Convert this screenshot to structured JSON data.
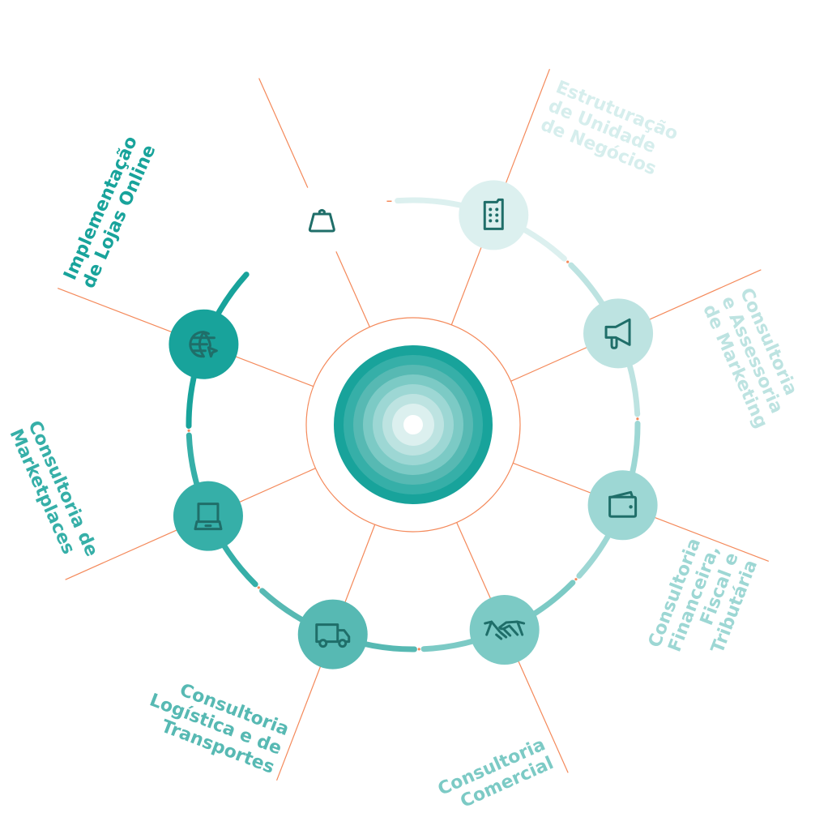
{
  "colors": {
    "spoke": "#f4895a",
    "icon": "#1f6e69",
    "center_dot": "#ffffff"
  },
  "center_rings": [
    "#18a39b",
    "#36afa8",
    "#57b9b3",
    "#7ccac5",
    "#9dd7d4",
    "#bde3e1",
    "#dcf0ef"
  ],
  "nodes": [
    {
      "id": "building",
      "icon": "building-icon",
      "color": "#dcf0ef",
      "text_color": "#d6eeed",
      "label": [
        "Estruturação",
        "de Unidade",
        "de Negócios"
      ]
    },
    {
      "id": "megaphone",
      "icon": "megaphone-icon",
      "color": "#bde3e1",
      "text_color": "#bde3e1",
      "label": [
        "Consultoria",
        "e Assessoria",
        "de Marketing"
      ]
    },
    {
      "id": "wallet",
      "icon": "wallet-icon",
      "color": "#9dd7d4",
      "text_color": "#9dd7d4",
      "label": [
        "Consultoria",
        "Financeira,",
        "Fiscal e",
        "Tributária"
      ]
    },
    {
      "id": "handshake",
      "icon": "handshake-icon",
      "color": "#7ccac5",
      "text_color": "#7ccac5",
      "label": [
        "Consultoria",
        "Comercial"
      ]
    },
    {
      "id": "truck",
      "icon": "truck-icon",
      "color": "#57b9b3",
      "text_color": "#57b9b3",
      "label": [
        "Consultoria",
        "Logística e de",
        "Transportes"
      ]
    },
    {
      "id": "laptop",
      "icon": "laptop-icon",
      "color": "#36afa8",
      "text_color": "#36afa8",
      "label": [
        "Consultoria de",
        "Marketplaces"
      ]
    },
    {
      "id": "globe",
      "icon": "globe-cursor-icon",
      "color": "#18a39b",
      "text_color": "#18a39b",
      "label": [
        "Implementação",
        "de Lojas Online"
      ]
    },
    {
      "id": "bag",
      "icon": "shopping-bag-icon",
      "color": "#ffffff",
      "text_color": "#18a39b",
      "label": []
    }
  ]
}
